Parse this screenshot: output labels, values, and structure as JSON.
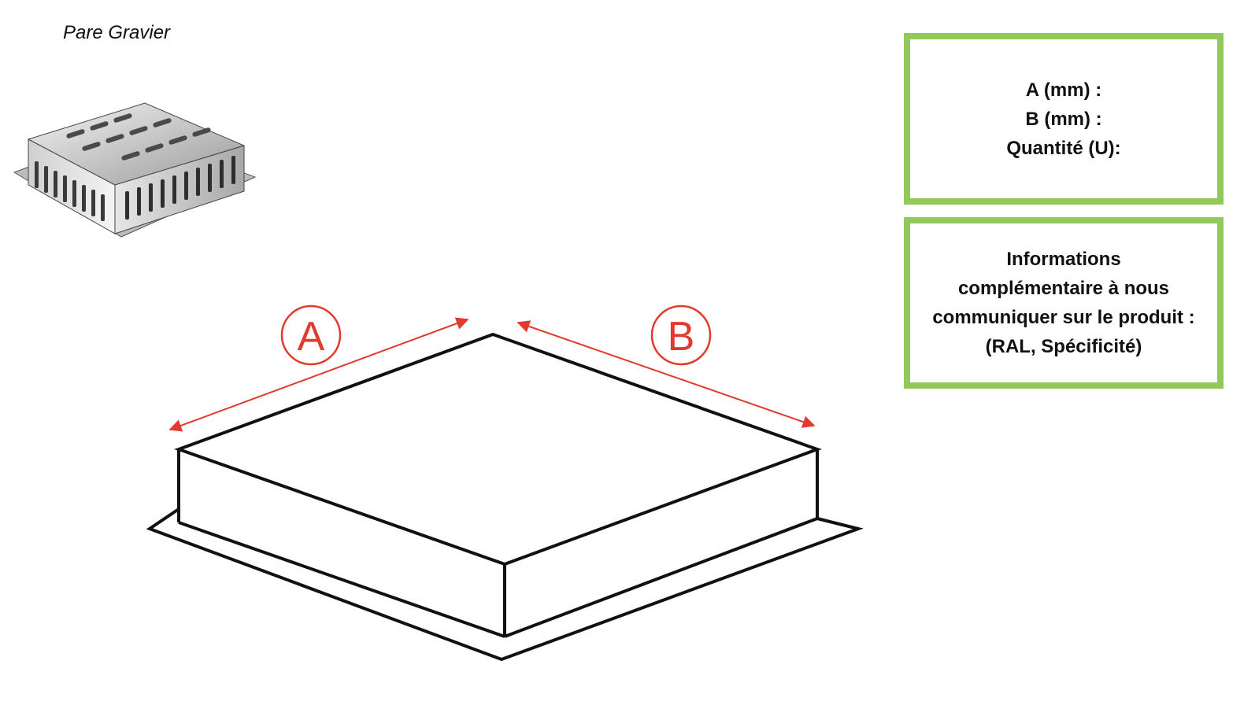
{
  "product": {
    "name": "Pare Gravier"
  },
  "dimension_labels": {
    "a": "A",
    "b": "B"
  },
  "dimensions_box": {
    "line_a": "A (mm) :",
    "line_b": "B (mm) :",
    "line_qty": "Quantité (U):"
  },
  "info_box": {
    "line1": "Informations",
    "line2": "complémentaire à nous",
    "line3": "communiquer sur le produit :",
    "line4": "(RAL, Spécificité)"
  },
  "colors": {
    "accent_red": "#e23a2e",
    "box_border_green": "#92c95a",
    "line_black": "#111111"
  },
  "icons": {
    "product_photo": "gravel-guard-grate-icon"
  }
}
